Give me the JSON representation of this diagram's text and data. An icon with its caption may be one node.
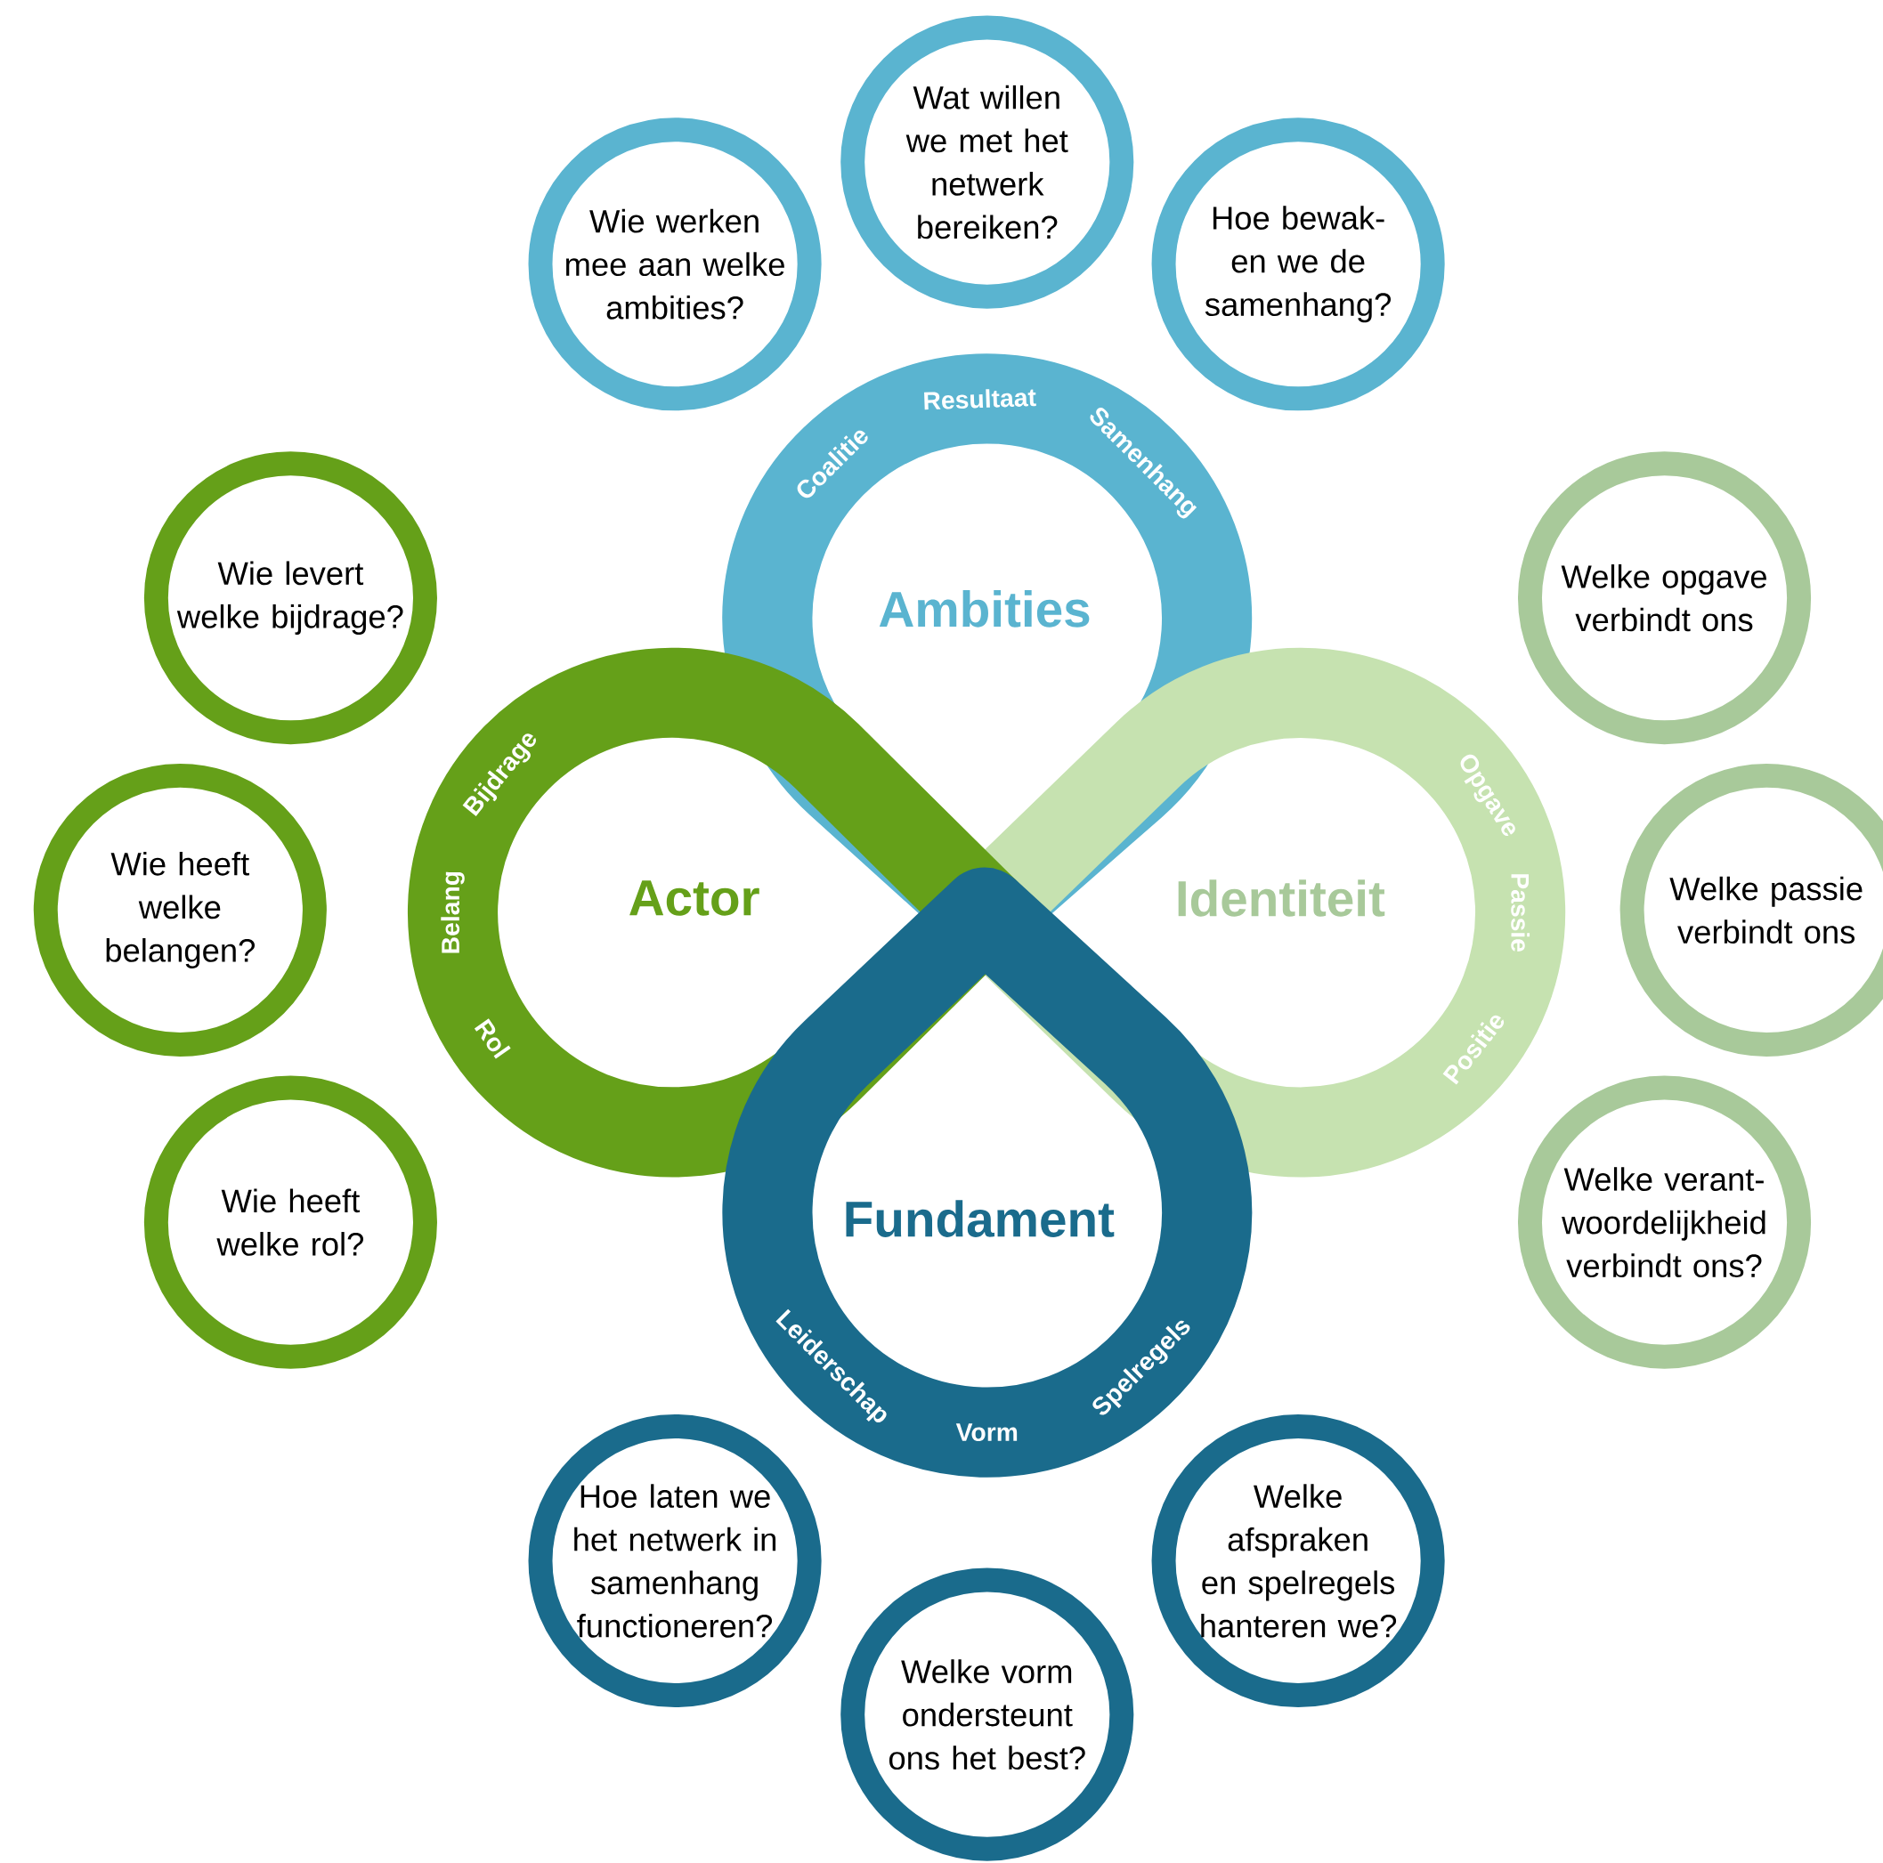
{
  "diagram": {
    "nodes": [
      {
        "text": [
          "Ambities",
          "Coalitie",
          "Resultaat",
          "Samenhang"
        ]
      },
      {
        "text": [
          "Actor",
          "Bijdrage",
          "Belang",
          "Rol"
        ]
      },
      {
        "text": [
          "Identiteit",
          "Opgave",
          "Passie",
          "Positie"
        ]
      },
      {
        "text": [
          "Fundament",
          "Leiderschap",
          "Vorm",
          "Spelregels"
        ]
      },
      {
        "text": [
          "Wie werken mee aan welke ambities?"
        ]
      },
      {
        "text": [
          "Wat willen we met het netwerk bereiken?"
        ]
      },
      {
        "text": [
          "Hoe bewak-en we de samenhang?"
        ]
      },
      {
        "text": [
          "Wie levert welke bijdrage?"
        ]
      },
      {
        "text": [
          "Wie heeft welke belangen?"
        ]
      },
      {
        "text": [
          "Wie heeft welke rol?"
        ]
      },
      {
        "text": [
          "Welke opgave verbindt ons"
        ]
      },
      {
        "text": [
          "Welke passie verbindt ons"
        ]
      },
      {
        "text": [
          "Welke verant-woordelijkheid verbindt ons?"
        ]
      },
      {
        "text": [
          "Hoe laten we het netwerk in samenhang functioneren?"
        ]
      },
      {
        "text": [
          "Welke vorm ondersteunt ons het best?"
        ]
      },
      {
        "text": [
          "Welke afspraken en spelregels hanteren we?"
        ]
      }
    ]
  }
}
